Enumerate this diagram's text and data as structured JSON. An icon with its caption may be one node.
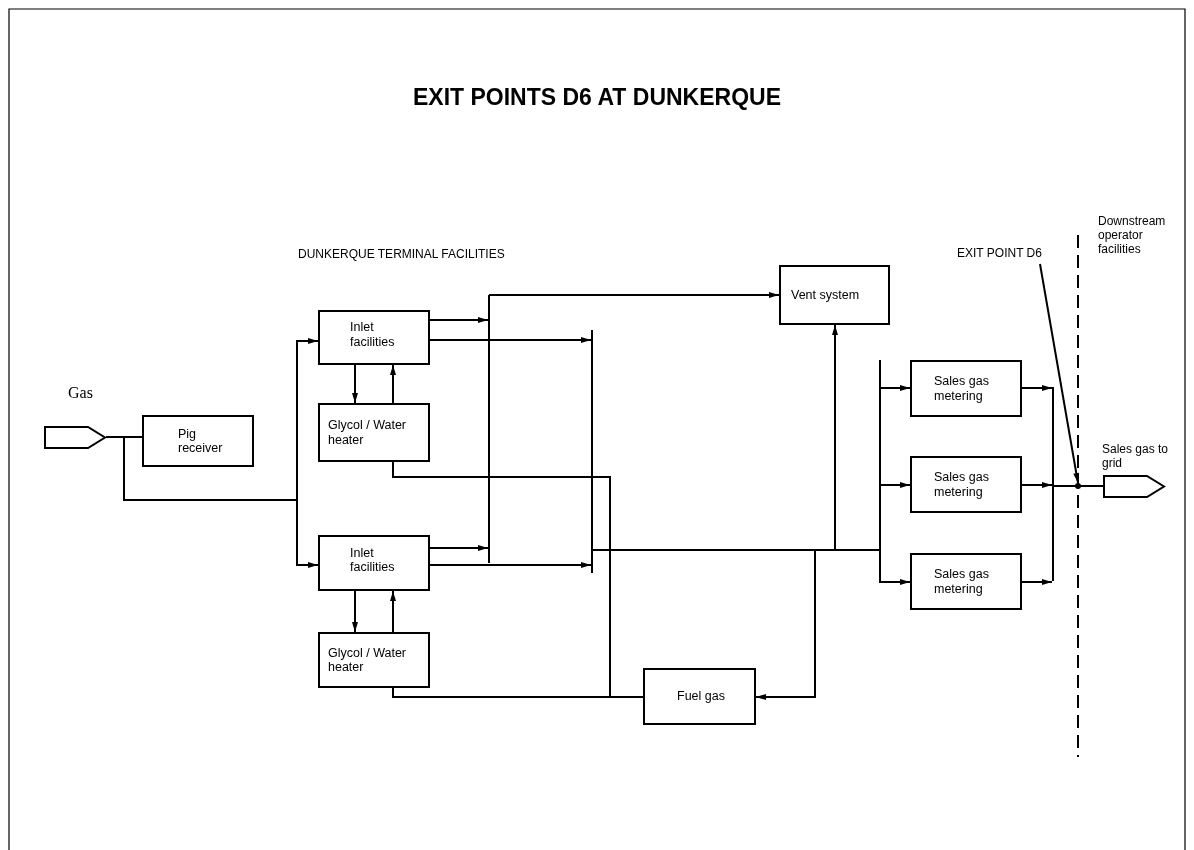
{
  "diagram": {
    "title": "EXIT POINTS D6 AT DUNKERQUE",
    "nodes": [
      {
        "text": [],
        "shape": "pentagon",
        "beside": [
          "Gas"
        ]
      },
      {
        "text": [
          "Pig receiver"
        ]
      },
      {
        "text": [
          "Inlet facilities"
        ]
      },
      {
        "text": [
          "Glycol / Water heater"
        ]
      },
      {
        "text": [
          "Inlet facilities"
        ]
      },
      {
        "text": [
          "Glycol / Water heater"
        ]
      },
      {
        "text": [],
        "shape": "bar"
      },
      {
        "text": [],
        "shape": "bar"
      },
      {
        "text": [
          "Vent system"
        ]
      },
      {
        "text": [
          "Fuel gas"
        ]
      },
      {
        "text": [],
        "shape": "bar"
      },
      {
        "text": [
          "Sales gas metering"
        ]
      },
      {
        "text": [
          "Sales gas metering"
        ]
      },
      {
        "text": [
          "Sales gas metering"
        ]
      },
      {
        "text": [],
        "shape": "bar"
      },
      {
        "text": [],
        "shape": "pentagon",
        "beside": [
          "Sales gas to grid"
        ]
      },
      {
        "text": [
          "EXIT POINT D6"
        ]
      },
      {
        "text": [],
        "shape": "dot"
      }
    ],
    "edges": [
      {
        "from": 0,
        "to": 1,
        "arrow": "none"
      },
      {
        "from": 0,
        "to": 2,
        "arrow": "to"
      },
      {
        "from": 0,
        "to": 4,
        "arrow": "to"
      },
      {
        "from": 2,
        "to": 3,
        "arrow": "to"
      },
      {
        "from": 3,
        "to": 2,
        "arrow": "to"
      },
      {
        "from": 4,
        "to": 5,
        "arrow": "to"
      },
      {
        "from": 5,
        "to": 4,
        "arrow": "to"
      },
      {
        "from": 2,
        "to": 6,
        "arrow": "to"
      },
      {
        "from": 2,
        "to": 7,
        "arrow": "to"
      },
      {
        "from": 4,
        "to": 6,
        "arrow": "to"
      },
      {
        "from": 4,
        "to": 7,
        "arrow": "to"
      },
      {
        "from": 6,
        "to": 8,
        "arrow": "to"
      },
      {
        "from": 3,
        "to": 9,
        "arrow": "none"
      },
      {
        "from": 5,
        "to": 9,
        "arrow": "none"
      },
      {
        "from": 7,
        "to": 10,
        "arrow": "none"
      },
      {
        "from": 7,
        "to": 8,
        "arrow": "to"
      },
      {
        "from": 7,
        "to": 9,
        "arrow": "to"
      },
      {
        "from": 10,
        "to": 11,
        "arrow": "to"
      },
      {
        "from": 10,
        "to": 12,
        "arrow": "to"
      },
      {
        "from": 10,
        "to": 13,
        "arrow": "to"
      },
      {
        "from": 11,
        "to": 14,
        "arrow": "to"
      },
      {
        "from": 12,
        "to": 14,
        "arrow": "to"
      },
      {
        "from": 13,
        "to": 14,
        "arrow": "to"
      },
      {
        "from": 14,
        "to": 15,
        "arrow": "none"
      },
      {
        "from": 16,
        "to": 17,
        "arrow": "to"
      }
    ],
    "labels": [
      "DUNKERQUE TERMINAL FACILITIES",
      "Downstream operator facilities"
    ]
  }
}
